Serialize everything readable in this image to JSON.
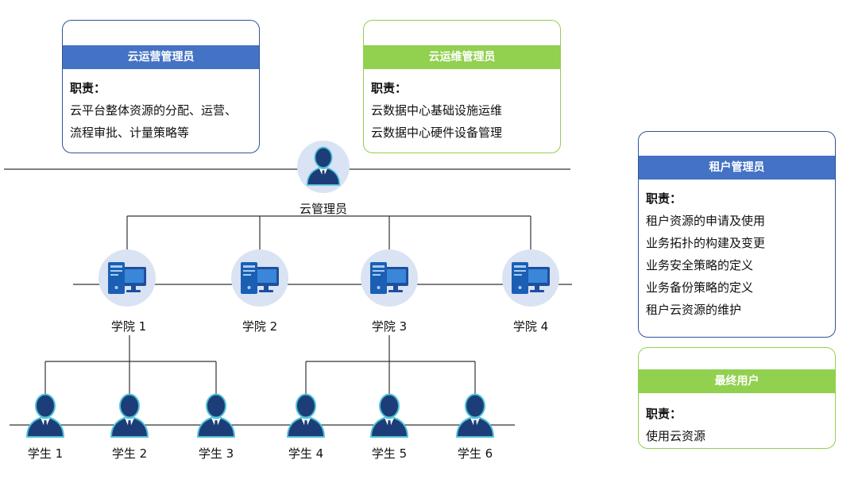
{
  "roles": {
    "cloud_operations_admin": {
      "title": "云运营管理员",
      "duty_label": "职责：",
      "duties": [
        "云平台整体资源的分配、运营、",
        "流程审批、计量策略等"
      ]
    },
    "cloud_maintenance_admin": {
      "title": "云运维管理员",
      "duty_label": "职责：",
      "duties": [
        "云数据中心基础设施运维",
        "云数据中心硬件设备管理"
      ]
    },
    "tenant_admin": {
      "title": "租户管理员",
      "duty_label": "职责：",
      "duties": [
        "租户资源的申请及使用",
        "业务拓扑的构建及变更",
        "业务安全策略的定义",
        "业务备份策略的定义",
        "租户云资源的维护"
      ]
    },
    "end_user": {
      "title": "最终用户",
      "duty_label": "职责：",
      "duties": [
        "使用云资源"
      ]
    }
  },
  "tree": {
    "root": {
      "label": "云管理员",
      "icon": "person-icon"
    },
    "colleges": [
      {
        "label": "学院 1",
        "icon": "computer-icon"
      },
      {
        "label": "学院 2",
        "icon": "computer-icon"
      },
      {
        "label": "学院 3",
        "icon": "computer-icon"
      },
      {
        "label": "学院 4",
        "icon": "computer-icon"
      }
    ],
    "students": [
      {
        "label": "学生 1",
        "icon": "person-icon"
      },
      {
        "label": "学生 2",
        "icon": "person-icon"
      },
      {
        "label": "学生 3",
        "icon": "person-icon"
      },
      {
        "label": "学生 4",
        "icon": "person-icon"
      },
      {
        "label": "学生 5",
        "icon": "person-icon"
      },
      {
        "label": "学生 6",
        "icon": "person-icon"
      }
    ]
  },
  "colors": {
    "blue_header": "#4472c4",
    "green_header": "#92d050",
    "blue_border": "#2f5597",
    "node_circle": "#dae3f3",
    "connector": "#333333"
  }
}
